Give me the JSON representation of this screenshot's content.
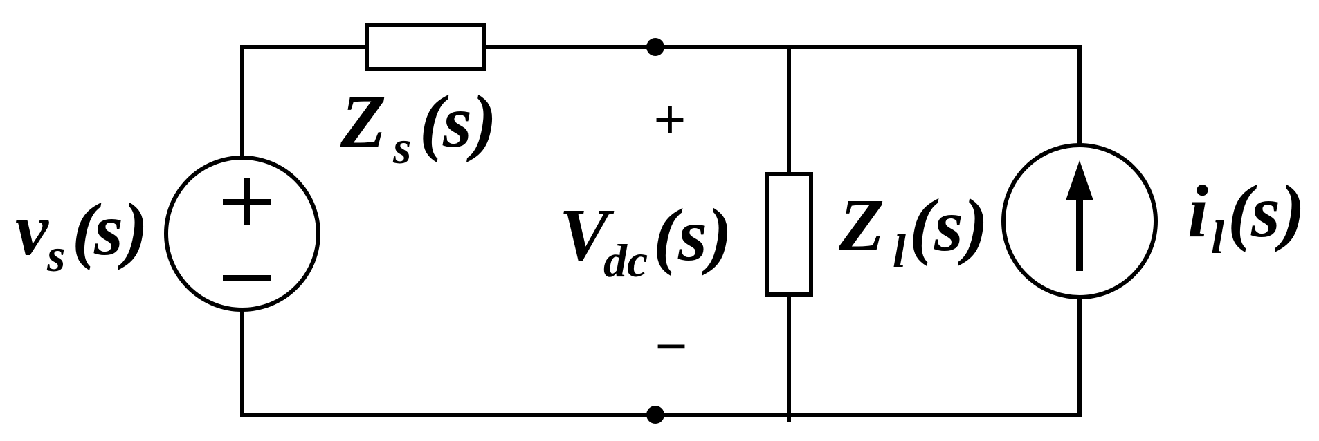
{
  "circuit": {
    "source_voltage": {
      "main": "v",
      "sub": "s",
      "arg": "s"
    },
    "source_impedance": {
      "main": "Z",
      "sub": "s",
      "arg": "s"
    },
    "dc_voltage": {
      "main": "V",
      "sub": "dc",
      "arg": "s"
    },
    "load_impedance": {
      "main": "Z",
      "sub": "l",
      "arg": "s"
    },
    "load_current": {
      "main": "i",
      "sub": "l",
      "arg": "s"
    },
    "plus_sign": "+",
    "minus_sign": "−",
    "open_paren": "(",
    "close_paren": ")"
  }
}
